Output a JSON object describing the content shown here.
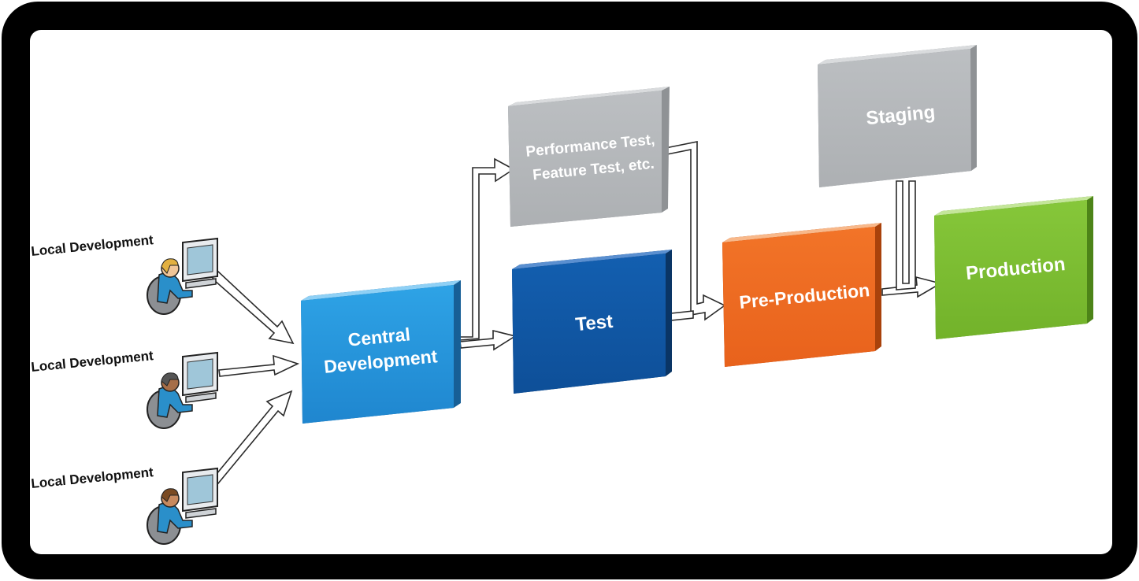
{
  "developers": [
    {
      "label": "Local Development"
    },
    {
      "label": "Local Development"
    },
    {
      "label": "Local Development"
    }
  ],
  "stages": {
    "central": {
      "line1": "Central",
      "line2": "Development",
      "color": "#2596dc"
    },
    "test": {
      "label": "Test",
      "color": "#1158a6"
    },
    "perf": {
      "line1": "Performance Test,",
      "line2": "Feature Test, etc.",
      "color": "#b4b7ba"
    },
    "preprod": {
      "label": "Pre-Production",
      "color": "#ef6b22"
    },
    "staging": {
      "label": "Staging",
      "color": "#b4b7ba"
    },
    "production": {
      "label": "Production",
      "color": "#7cbe31"
    }
  }
}
